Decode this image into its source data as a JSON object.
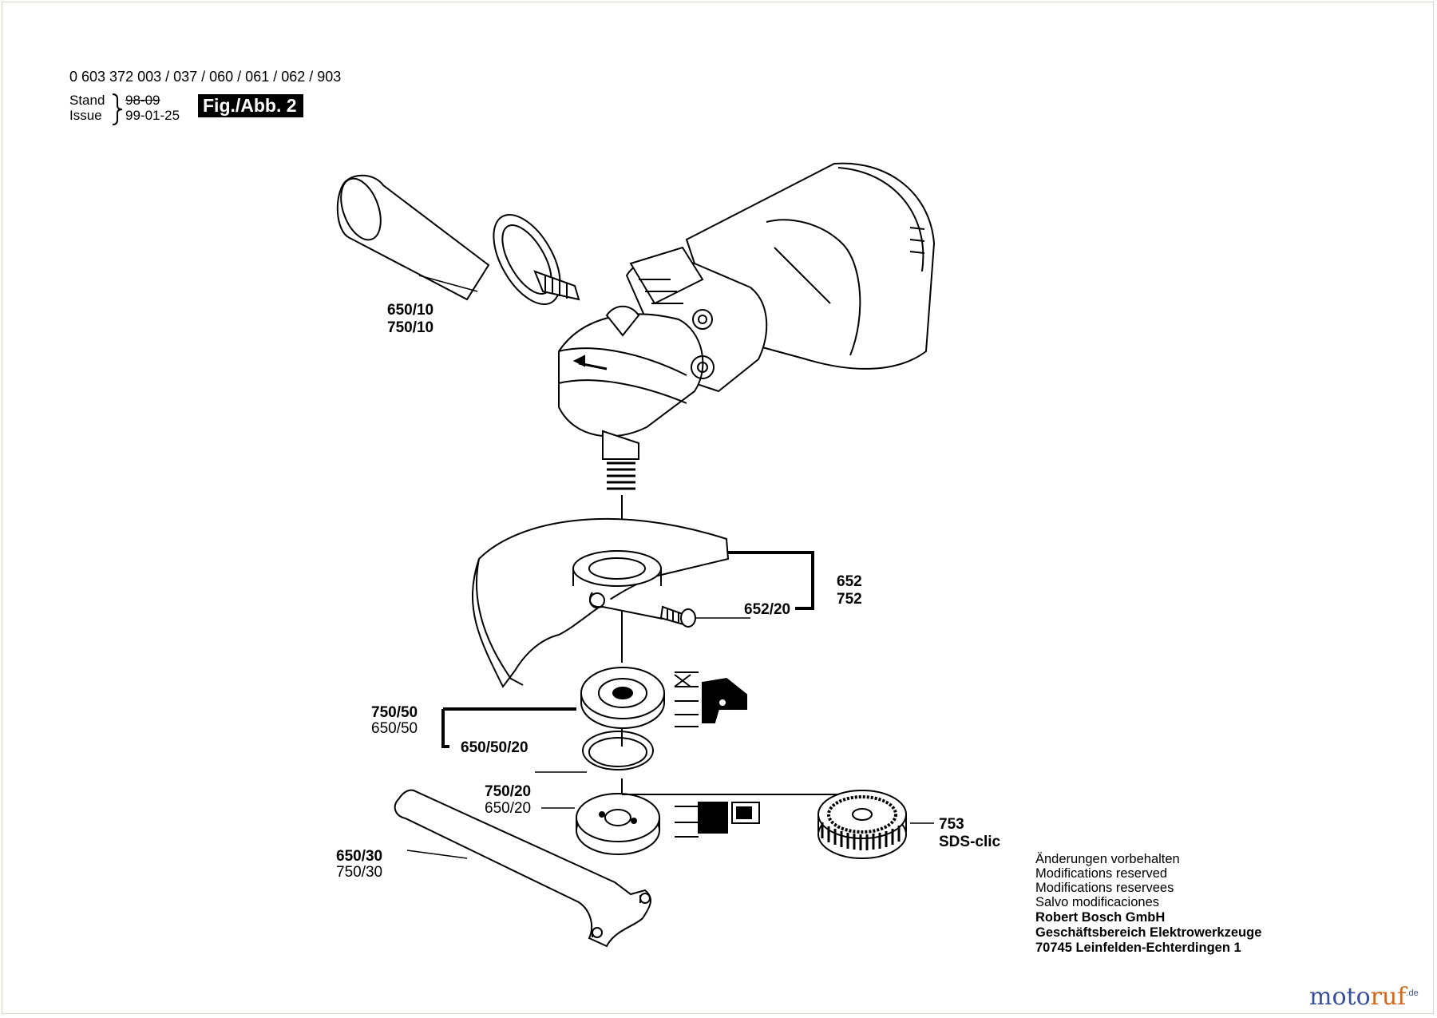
{
  "header": {
    "part_numbers": "0 603 372 003 / 037 / 060 / 061 / 062 / 903",
    "stand_label": "Stand",
    "issue_label": "Issue",
    "date_old": "98-09",
    "date_new": "99-01-25",
    "figure_label": "Fig./Abb. 2"
  },
  "callouts": {
    "c_650_10": "650/10",
    "c_750_10": "750/10",
    "c_652": "652",
    "c_752": "752",
    "c_652_20": "652/20",
    "c_750_50": "750/50",
    "c_650_50": "650/50",
    "c_650_50_20": "650/50/20",
    "c_750_20": "750/20",
    "c_650_20": "650/20",
    "c_753": "753",
    "c_sds": "SDS-clic",
    "c_650_30": "650/30",
    "c_750_30": "750/30"
  },
  "footer": {
    "line1": "Änderungen vorbehalten",
    "line2": "Modifications reserved",
    "line3": "Modifications reservees",
    "line4": "Salvo modificaciones",
    "line5": "Robert Bosch GmbH",
    "line6": "Geschäftsbereich Elektrowerkzeuge",
    "line7": "70745 Leinfelden-Echterdingen 1"
  },
  "logo": {
    "part1": "moto",
    "part2": "ruf",
    "suffix": ".de"
  }
}
